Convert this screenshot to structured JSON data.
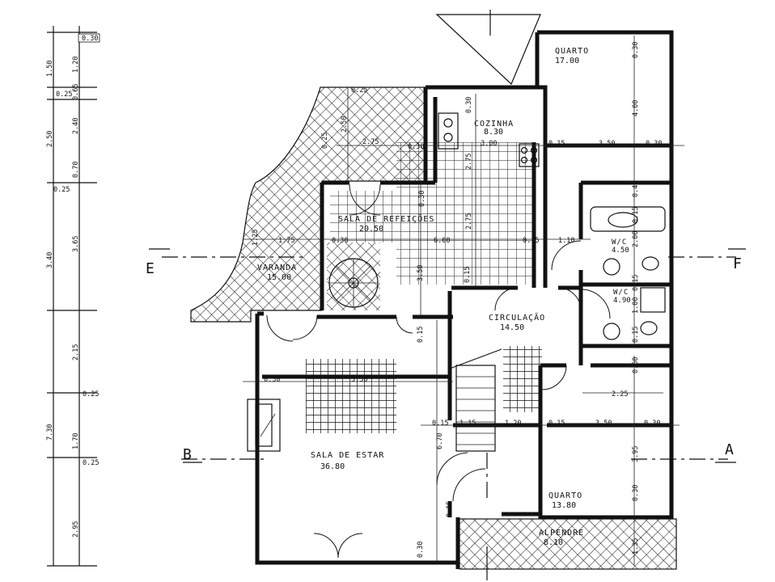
{
  "rooms": {
    "quarto_top": {
      "name": "QUARTO",
      "area": "17.00"
    },
    "cozinha": {
      "name": "COZINHA",
      "area": "8.30"
    },
    "sala_refeicoes": {
      "name": "SALA  DE REFEIÇÕES",
      "area": "20.50"
    },
    "varanda": {
      "name": "VARANDA",
      "area": "15.00"
    },
    "wc1": {
      "name": "W/C",
      "area": "4.50"
    },
    "wc2": {
      "name": "W/C",
      "area": "4.90"
    },
    "circulacao": {
      "name": "CIRCULAÇÃO",
      "area": "14.50"
    },
    "sala_estar": {
      "name": "SALA  DE ESTAR",
      "area": "36.80"
    },
    "quarto_bottom": {
      "name": "QUARTO",
      "area": "13.80"
    },
    "alpendre": {
      "name": "ALPENDRE",
      "area": "8.10"
    }
  },
  "section_marks": {
    "e": "E",
    "f": "F",
    "b": "B",
    "a": "A"
  },
  "dims_h": {
    "d0_25_top": "0.25",
    "d2_75": "2.75",
    "d0_30_a": "0.30",
    "d3_00": "3.00",
    "d0_15_a": "0.15",
    "d3_50_top": "3.50",
    "d0_30_b": "0.30",
    "d1_75": "1.75",
    "d0_30_c": "0.30",
    "d6_00": "6.00",
    "d0_15_b": "0.15",
    "d1_10": "1.10",
    "d2_25": "2.25",
    "d0_30_d": "0.30",
    "d5_50": "5.50",
    "d0_15_c": "0.15",
    "d1_15": "1.15",
    "d1_20": "1.20",
    "d0_15_d": "0.15",
    "d3_50_bot": "3.50",
    "d0_30_e": "0.30"
  },
  "dims_v": {
    "v0_30_q": "0.30",
    "v4_00": "4.00",
    "v0_30_k": "0.30",
    "v2_50_k": "2.50",
    "v0_25_k": "0.25",
    "v2_75_a": "2.75",
    "v2_75_b": "2.75",
    "v0_30_s": "0.30",
    "v3_50": "3.50",
    "v0_15_s": "0.15",
    "v1_25": "1.25",
    "v0_15_v": "0.15",
    "v6_70": "6.70",
    "v0_30_bot": "0.30",
    "v0_40": "0.40",
    "v0_15_w": "0.15",
    "v2_00": "2.00",
    "v0_15_w2": "0.15",
    "v1_00": "1.00",
    "v0_15_w3": "0.15",
    "v0_60": "0.60",
    "v3_95": "3.95",
    "v0_30_q2": "0.30",
    "v1_35": "1.35",
    "v0_15_c": "0.15"
  },
  "left_dims": {
    "a0_30": "0.30",
    "a1_50": "1.50",
    "a1_20": "1.20",
    "a0_25_1": "0.25",
    "a0_65": "0.65",
    "a2_50": "2.50",
    "a2_40": "2.40",
    "a0_70": "0.70",
    "a0_25_2": "0.25",
    "a3_40": "3.40",
    "a3_65": "3.65",
    "a2_15": "2.15",
    "a0_25_3": "0.25",
    "a7_30": "7.30",
    "a1_70": "1.70",
    "a0_25_4": "0.25",
    "a2_95": "2.95"
  }
}
